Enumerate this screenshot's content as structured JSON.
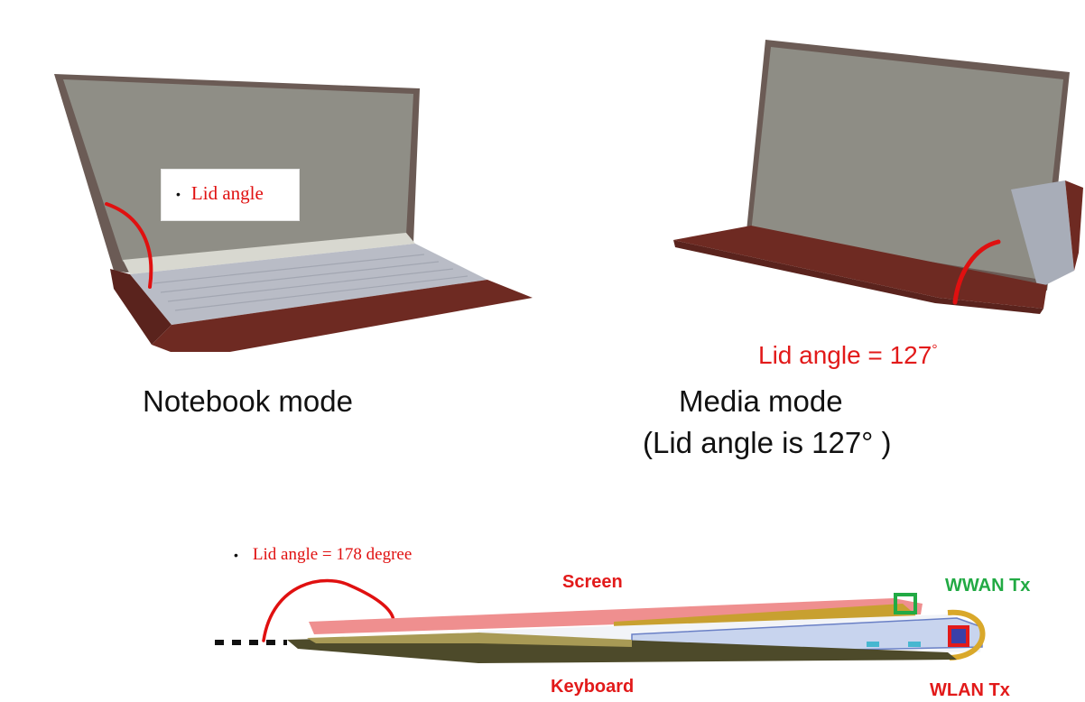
{
  "notebook": {
    "lid_label": "Lid angle",
    "caption": "Notebook mode"
  },
  "media": {
    "lid_annotation": "Lid angle = 127",
    "lid_annotation_degree": "°",
    "caption_line1": "Media mode",
    "caption_line2": "(Lid angle is 127°  )"
  },
  "flat": {
    "lid_label": "Lid angle = 178 degree",
    "screen_label": "Screen",
    "keyboard_label": "Keyboard",
    "wwan_label": "WWAN Tx",
    "wlan_label": "WLAN Tx"
  },
  "colors": {
    "annotation_red": "#e01010",
    "wwan_green": "#22aa44",
    "wlan_red": "#e21a1a",
    "cover_brown": "#6e2a22",
    "screen_gray": "#8e8e86"
  }
}
